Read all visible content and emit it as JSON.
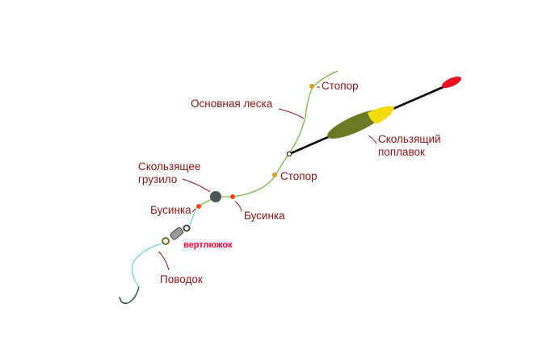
{
  "labels": {
    "stopper_top": "Стопор",
    "main_line": "Основная леска",
    "float_line1": "Скользящий",
    "float_line2": "поплавок",
    "stopper_bottom": "Стопор",
    "sinker_line1": "Скользящее",
    "sinker_line2": "грузило",
    "bead_left": "Бусинка",
    "bead_right": "Бусинка",
    "swivel": "вертлюжок",
    "leader": "Поводок"
  },
  "colors": {
    "label": "#8b1414",
    "swivel_label": "#ff0033",
    "main_line": "#7ab648",
    "leader": "#6fd3d8",
    "float_body": "#6b7a22",
    "float_top": "#f2dc10",
    "float_tip": "#ee1122",
    "stopper": "#d4a017",
    "bead": "#ff4411"
  }
}
